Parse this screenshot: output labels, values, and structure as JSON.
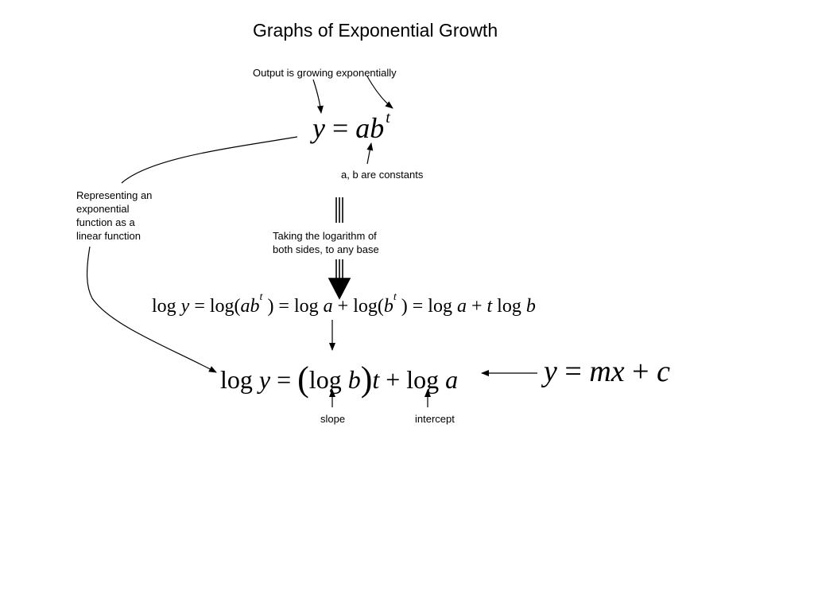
{
  "title": "Graphs of Exponential Growth",
  "annotations": {
    "output_growing": "Output is growing exponentially",
    "constants": "a, b are constants",
    "representing_line1": "Representing an",
    "representing_line2": "exponential",
    "representing_line3": "function as a",
    "representing_line4": "linear function",
    "log_step_line1": "Taking the logarithm of",
    "log_step_line2": "both sides, to any base",
    "slope": "slope",
    "intercept": "intercept"
  },
  "equations": {
    "eq1": {
      "y": "y",
      "eq": " = ",
      "ab": "ab",
      "t": "t"
    },
    "eq2": {
      "log1": "log ",
      "y": "y",
      "eq1": " = ",
      "log2": "log(",
      "ab": "ab",
      "t1": "t",
      "close1": " ) = ",
      "log3": "log ",
      "a1": "a",
      "plus1": " + ",
      "log4": "log(",
      "b1": "b",
      "t2": "t",
      "close2": " ) = ",
      "log5": "log ",
      "a2": "a",
      "plus2": " + ",
      "t3": "t",
      "log6": " log ",
      "b2": "b"
    },
    "eq3": {
      "log1": "log ",
      "y": "y",
      "eq": " = ",
      "lparen": "(",
      "log2": "log ",
      "b": "b",
      "rparen": ")",
      "t": "t",
      "plus": " + ",
      "log3": "log ",
      "a": "a"
    },
    "eq4": {
      "y": "y",
      "eq": " = ",
      "mx": "mx",
      "plus": " + ",
      "c": "c"
    }
  },
  "colors": {
    "ink": "#000000",
    "background": "#ffffff"
  }
}
